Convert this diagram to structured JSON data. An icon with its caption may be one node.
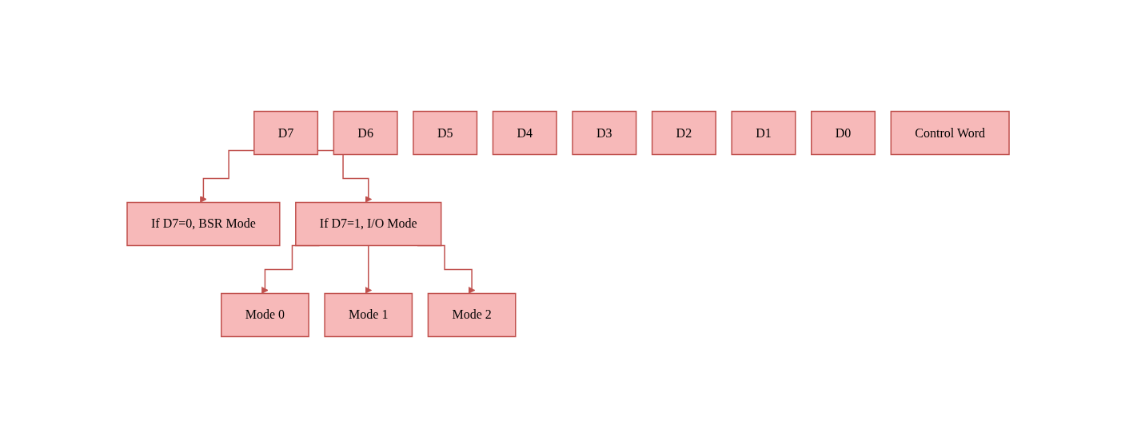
{
  "diagram": {
    "nodes": [
      {
        "text": [
          "D7"
        ]
      },
      {
        "text": [
          "D6"
        ]
      },
      {
        "text": [
          "D5"
        ]
      },
      {
        "text": [
          "D4"
        ]
      },
      {
        "text": [
          "D3"
        ]
      },
      {
        "text": [
          "D2"
        ]
      },
      {
        "text": [
          "D1"
        ]
      },
      {
        "text": [
          "D0"
        ]
      },
      {
        "text": [
          "Control Word"
        ]
      },
      {
        "text": [
          "If D7=0, BSR Mode"
        ]
      },
      {
        "text": [
          "If D7=1, I/O Mode"
        ]
      },
      {
        "text": [
          "Mode 0"
        ]
      },
      {
        "text": [
          "Mode 1"
        ]
      },
      {
        "text": [
          "Mode 2"
        ]
      }
    ],
    "edges": [
      {
        "from": 0,
        "to": 9,
        "arrow": "to"
      },
      {
        "from": 0,
        "to": 10,
        "arrow": "to"
      },
      {
        "from": 10,
        "to": 11,
        "arrow": "to"
      },
      {
        "from": 10,
        "to": 12,
        "arrow": "to"
      },
      {
        "from": 10,
        "to": 13,
        "arrow": "to"
      }
    ]
  }
}
